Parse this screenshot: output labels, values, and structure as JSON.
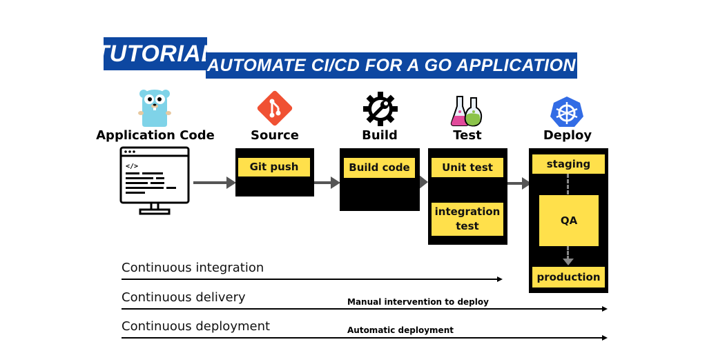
{
  "banner": {
    "tag": "TUTORIAL",
    "title": "AUTOMATE CI/CD FOR A GO APPLICATION"
  },
  "stages": [
    {
      "label": "Application Code",
      "icon": "gopher-icon"
    },
    {
      "label": "Source",
      "icon": "git-icon"
    },
    {
      "label": "Build",
      "icon": "gear-wrench-icon"
    },
    {
      "label": "Test",
      "icon": "lab-flasks-icon"
    },
    {
      "label": "Deploy",
      "icon": "kubernetes-icon"
    }
  ],
  "boxes": {
    "source": [
      "Git push"
    ],
    "build": [
      "Build code"
    ],
    "test": [
      "Unit test",
      "integration test"
    ],
    "deploy": [
      "staging",
      "QA",
      "production"
    ]
  },
  "timelines": [
    {
      "label": "Continuous integration",
      "note": ""
    },
    {
      "label": "Continuous delivery",
      "note": "Manual intervention to deploy"
    },
    {
      "label": "Continuous deployment",
      "note": "Automatic deployment"
    }
  ],
  "colors": {
    "banner": "#0d47a1",
    "box_fill": "#ffe04b",
    "box_frame": "#000000",
    "arrow": "#555555"
  }
}
